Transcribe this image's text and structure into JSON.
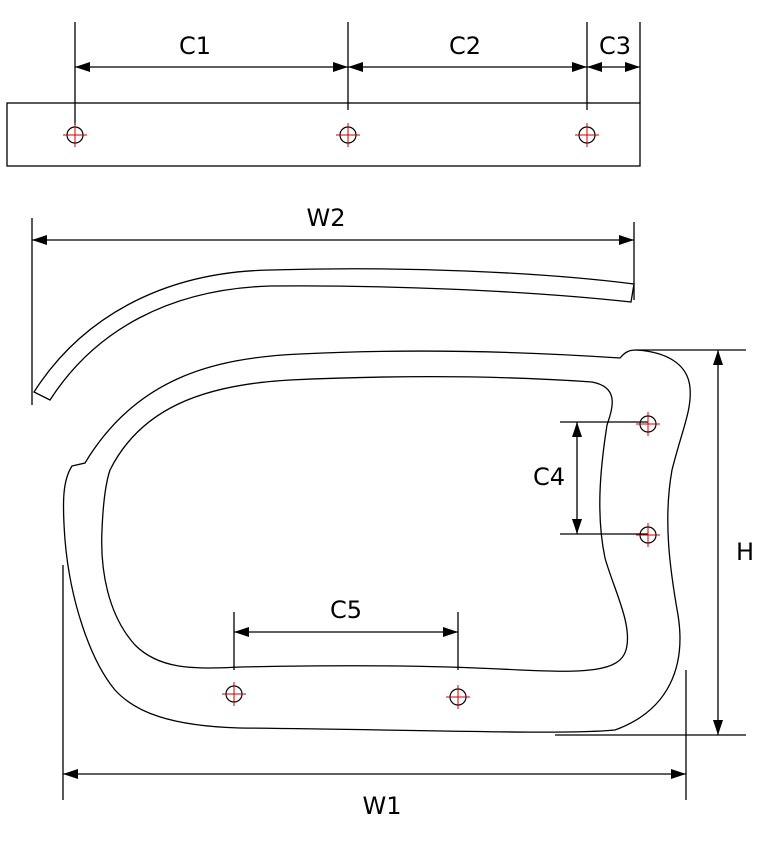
{
  "colors": {
    "line": "#000000",
    "hole_cross": "#cc0000",
    "background": "#ffffff"
  },
  "labels": {
    "c1": "C1",
    "c2": "C2",
    "c3": "C3",
    "c4": "C4",
    "c5": "C5",
    "w1": "W1",
    "w2": "W2",
    "h": "H"
  }
}
